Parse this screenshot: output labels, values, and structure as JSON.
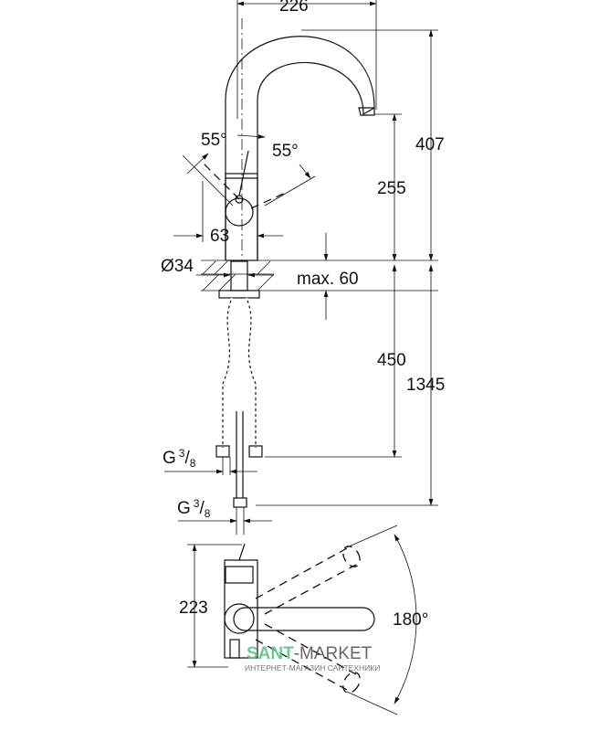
{
  "dimensions": {
    "spout_reach": "226",
    "height_total_top": "407",
    "spout_height": "255",
    "angle_left": "55°",
    "angle_right": "55°",
    "body_width": "63",
    "hole_diameter": "Ø34",
    "countertop_max": "max. 60",
    "hose_length": "450",
    "total_length": "1345",
    "thread_1": {
      "g": "G",
      "num": "3",
      "den": "8"
    },
    "thread_2": {
      "g": "G",
      "num": "3",
      "den": "8"
    },
    "top_view_height": "223",
    "swivel_angle": "180°"
  },
  "watermark": {
    "brand_green": "SANT",
    "brand_rest": "-MARKET",
    "tagline": "ИНТЕРНЕТ-МАГАЗИН САНТЕХНИКИ",
    "green": "#5fc28a",
    "grey": "#555555"
  }
}
